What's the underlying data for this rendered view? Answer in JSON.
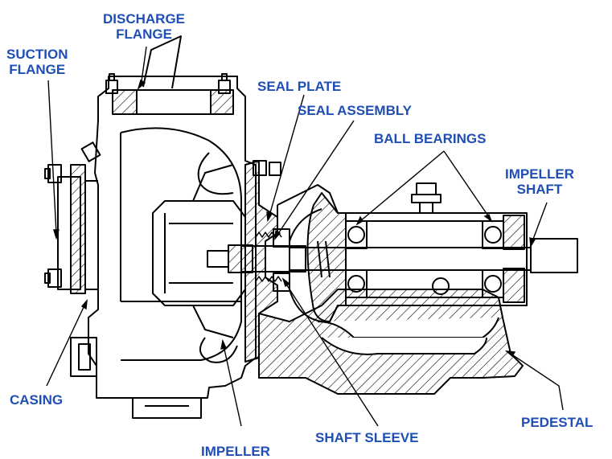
{
  "labels": {
    "discharge_flange": [
      "DISCHARGE",
      "FLANGE"
    ],
    "suction_flange": [
      "SUCTION",
      "FLANGE"
    ],
    "seal_plate": "SEAL PLATE",
    "seal_assembly": "SEAL ASSEMBLY",
    "ball_bearings": "BALL BEARINGS",
    "impeller_shaft": [
      "IMPELLER",
      "SHAFT"
    ],
    "casing": "CASING",
    "pedestal": "PEDESTAL",
    "shaft_sleeve": "SHAFT SLEEVE",
    "impeller": "IMPELLER"
  },
  "colors": {
    "label": "#1f4fb4",
    "line": "#000000"
  }
}
